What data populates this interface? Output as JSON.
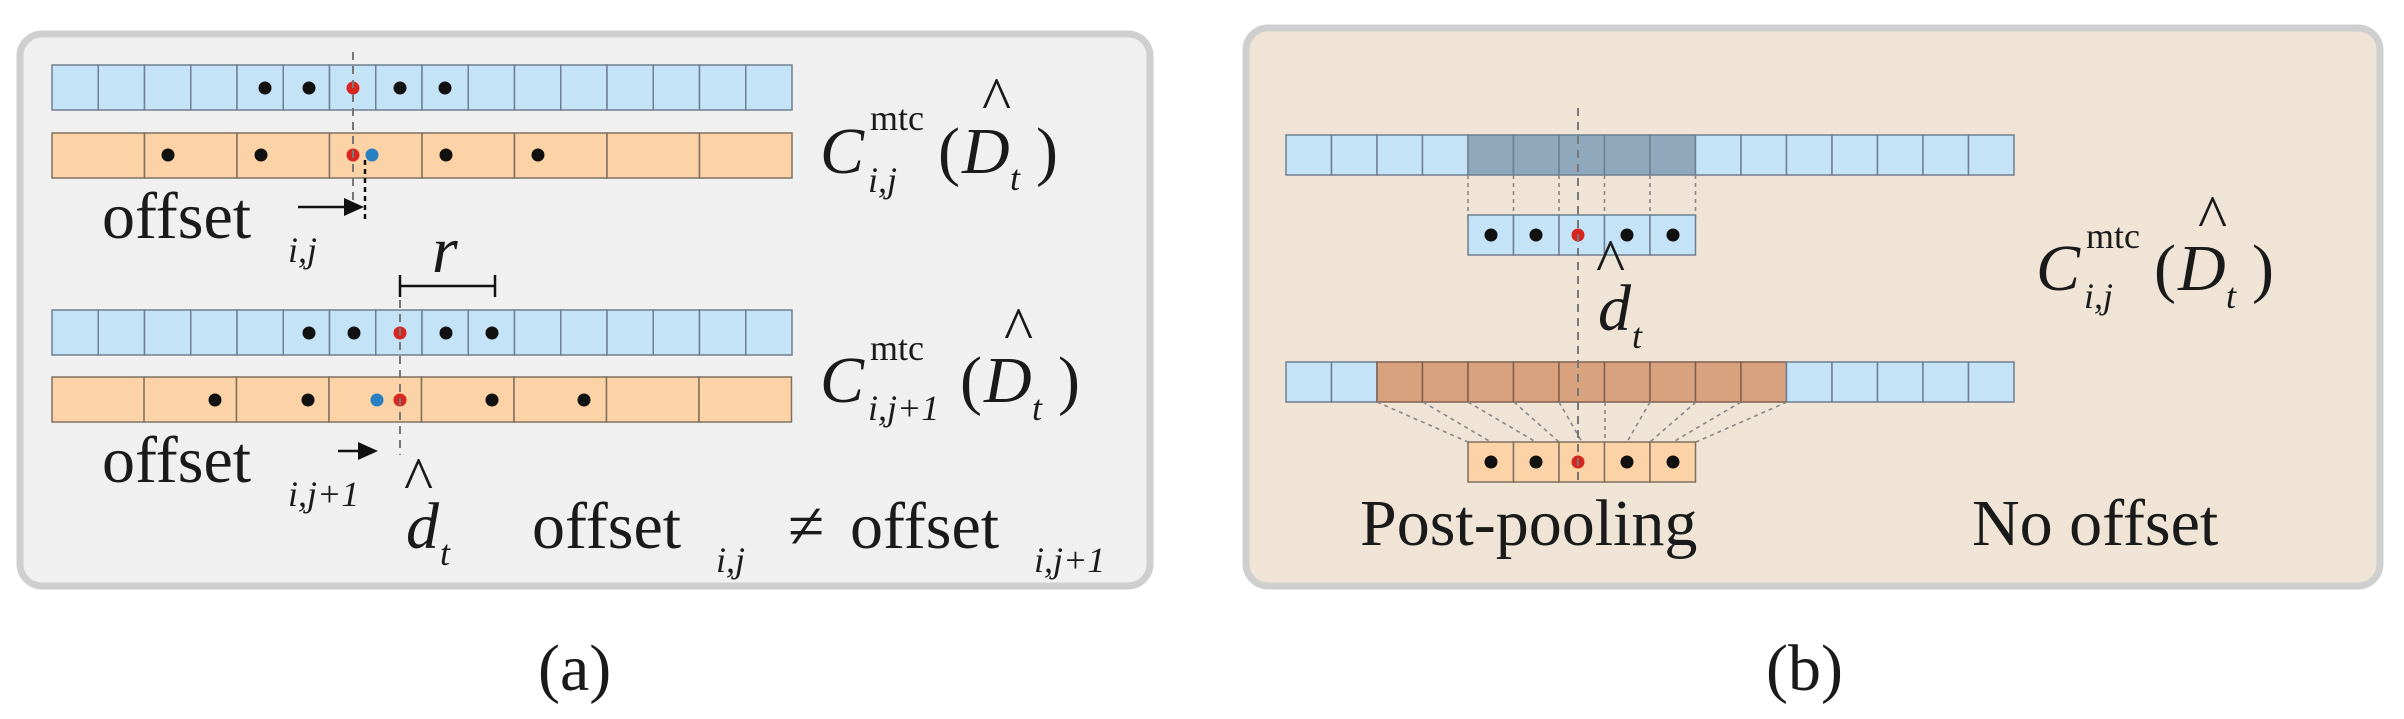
{
  "panel_a": {
    "caption": "(a)",
    "formula_top": {
      "symbol": "C",
      "superscript": "mtc",
      "subscript": "i,j",
      "argument": "D",
      "argument_sub": "t"
    },
    "formula_bottom": {
      "symbol": "C",
      "superscript": "mtc",
      "subscript": "i,j+1",
      "argument": "D",
      "argument_sub": "t"
    },
    "offset_top": {
      "word": "offset",
      "subscript": "i,j"
    },
    "offset_bottom": {
      "word": "offset",
      "subscript": "i,j+1"
    },
    "radius_label": "r",
    "dhat_label": {
      "symbol": "d",
      "subscript": "t"
    },
    "inequality": {
      "left_word": "offset",
      "left_sub": "i,j",
      "operator": "≠",
      "right_word": "offset",
      "right_sub": "i,j+1"
    }
  },
  "panel_b": {
    "caption": "(b)",
    "formula": {
      "symbol": "C",
      "superscript": "mtc",
      "subscript": "i,j",
      "argument": "D",
      "argument_sub": "t"
    },
    "dhat_label": {
      "symbol": "d",
      "subscript": "t"
    },
    "post_pooling_label": "Post-pooling",
    "no_offset_label": "No offset"
  },
  "colors": {
    "panel_a_bg": "#f0f0f0",
    "panel_b_bg": "#efe4d6",
    "panel_border": "#cfcfcf",
    "blue_cell": "#c5e3f7",
    "orange_cell": "#fcd3a6",
    "dark_blue_cell": "#8fa8bb",
    "dark_orange_cell": "#d9a27f",
    "red_dot": "#d8261e",
    "blue_dot": "#2a7fc0"
  }
}
